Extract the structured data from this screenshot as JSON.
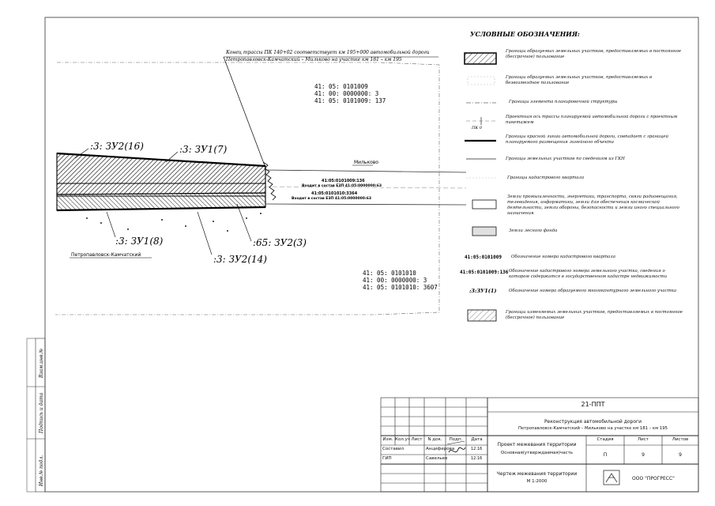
{
  "drawing": {
    "route_note_line1": "Конец трассы ПК 140+02 соответствует км 195+000 автомобильной дороги",
    "route_note_line2": "Петропавловск-Камчатский – Мильково на участке км 181 – км 195",
    "parcel_labels": [
      ":3: ЗУ2(16)",
      ":3: ЗУ1(7)",
      ":3: ЗУ1(8)",
      ":65: ЗУ2(3)",
      ":3: ЗУ2(14)"
    ],
    "quarter_top": [
      "41: 05: 0101009",
      "41: 00: 0000000: 3",
      "41: 05: 0101009: 137"
    ],
    "quarter_bottom": [
      "41: 05: 0101010",
      "41: 00: 0000000: 3",
      "41: 05: 0101010: 3607"
    ],
    "small_labels": {
      "a1": "41:05:0101009:136",
      "a2": "Входит в состав ЕЗП 41:05:0000000:63",
      "b1": "41:05:0101010:3364",
      "b2": "Входит в состав ЕЗП 41:05:0000000:63"
    },
    "town_right": "Мильково",
    "town_left": "Петропавловск-Камчатский"
  },
  "legend": {
    "title": "УСЛОВНЫЕ ОБОЗНАЧЕНИЯ:",
    "items": [
      "Границы образуемых земельных участков, предоставляемых в постоянное (бессрочное) пользование",
      "Границы образуемых земельных участков, предоставляемых в безвозмездное пользование",
      "Границы элемента планировочной структуры",
      "Проектная ось трассы планируемой автомобильной дороги с проектным пикетажем",
      "Границы красной линии автомобильной дороги, совпадает с границей планируемого размещения линейного объекта",
      "Границы земельных участков по сведениям из ГКН",
      "Границы кадастрового квартала",
      "Земли промышленности, энергетики, транспорта, связи радиовещания, телевидения, информатики, земли для обеспечения космической деятельности, земли обороны, безопасности и земли иного специального назначения",
      "Земли лесного фонда",
      "Обозначение номера кадастрового квартала",
      "Обозначение кадастрового номера земельного участка, сведения о котором содержатся в государственном кадастре недвижимости",
      "Обозначение номера образуемого многоконтурного земельного участка",
      "Границы изменяемых земельных участков, предоставляемых в постоянное (бессрочное) пользование"
    ],
    "pk_symbol": "ПК 0",
    "code_quarter": "41:05:0101009",
    "code_parcel": "41:05:0101009:136",
    "code_new": ":3:ЗУ1(1)"
  },
  "side": {
    "s1": "Взам.инв.№",
    "s2": "Подпись и дата",
    "s3": "Инв.№ подл."
  },
  "title_block": {
    "code": "21-ППТ",
    "project_line1": "Реконструкция автомобильной дороги",
    "project_line2": "Петропавловск-Камчатский – Мильково на участке км 181 – км 195",
    "headers": [
      "Изм.",
      "Кол.уч",
      "Лист",
      "N док.",
      "Подп.",
      "Дата"
    ],
    "row1": [
      "Составил",
      "Анциферова",
      "",
      "12.16"
    ],
    "row2": [
      "ГИП",
      "Савельев",
      "",
      "12.16"
    ],
    "section_line1": "Проект межевания территории",
    "section_line2": "Основная(утверждаемая)часть",
    "stage_headers": [
      "Стадия",
      "Лист",
      "Листов"
    ],
    "stage_values": [
      "П",
      "9",
      "9"
    ],
    "sheet_line1": "Чертеж межевания территории",
    "sheet_line2": "М 1:2000",
    "company": "ООО \"ПРОГРЕСС\""
  }
}
